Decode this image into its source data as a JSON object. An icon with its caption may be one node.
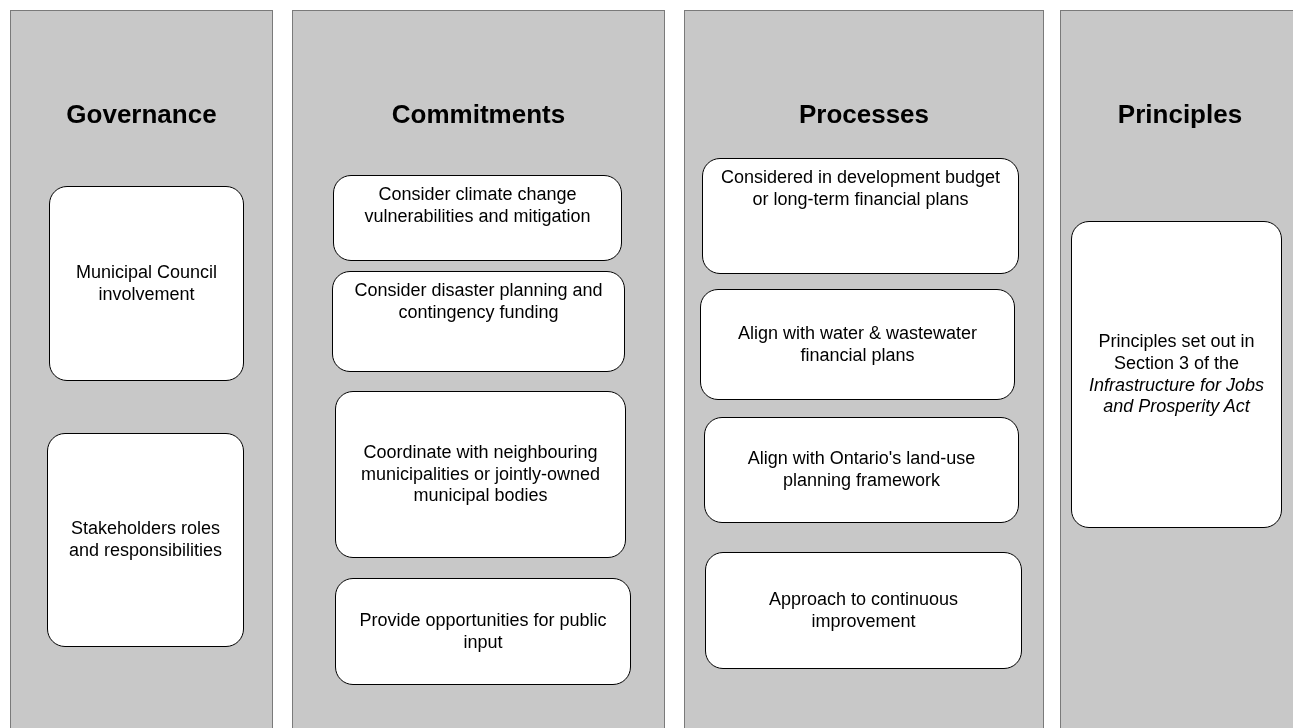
{
  "diagram": {
    "nodes": [
      {
        "text": [
          "Governance"
        ]
      },
      {
        "text": [
          "Municipal Council involvement"
        ],
        "in": 0
      },
      {
        "text": [
          "Stakeholders roles and responsibilities"
        ],
        "in": 0
      },
      {
        "text": [
          "Commitments"
        ]
      },
      {
        "text": [
          "Consider climate change vulnerabilities and mitigation"
        ],
        "in": 3
      },
      {
        "text": [
          "Consider disaster planning and contingency funding"
        ],
        "in": 3
      },
      {
        "text": [
          "Coordinate with neighbouring municipalities or jointly-owned municipal bodies"
        ],
        "in": 3
      },
      {
        "text": [
          "Provide opportunities for public input"
        ],
        "in": 3
      },
      {
        "text": [
          "Processes"
        ]
      },
      {
        "text": [
          "Considered in development budget or long-term financial plans"
        ],
        "in": 8
      },
      {
        "text": [
          "Align with water & wastewater financial plans"
        ],
        "in": 8
      },
      {
        "text": [
          "Align with Ontario's land-use planning framework"
        ],
        "in": 8
      },
      {
        "text": [
          "Approach to continuous improvement"
        ],
        "in": 8
      },
      {
        "text": [
          "Principles"
        ]
      },
      {
        "text": [
          "Principles set out in Section 3 of the *Infrastructure for Jobs and Prosperity Act*"
        ],
        "in": 13
      }
    ]
  }
}
